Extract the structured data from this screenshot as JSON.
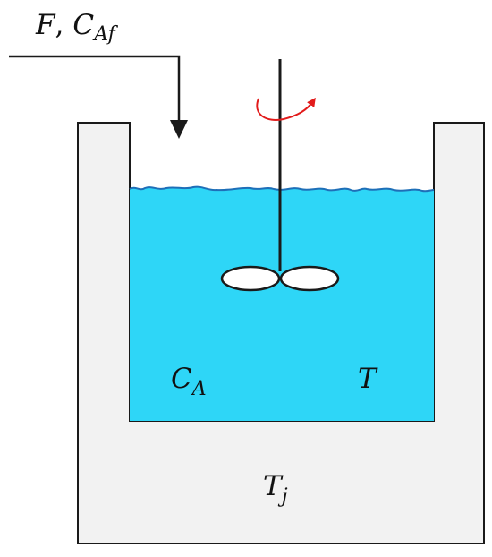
{
  "labels": {
    "feed_F": "F",
    "feed_sep": ",",
    "feed_C": "C",
    "feed_C_sub": "Af",
    "conc_C": "C",
    "conc_C_sub": "A",
    "reactor_temp": "T",
    "jacket_T": "T",
    "jacket_T_sub": "j"
  },
  "colors": {
    "liquid": "#2ed6f7",
    "liquid_surface": "#1e6fb8",
    "jacket_fill": "#f2f2f2",
    "outline": "#1a1a1a",
    "rotation_arrow": "#e21b1b"
  },
  "icons": {
    "feed": "down-arrow-icon",
    "rotation": "curved-rotation-arrow-icon"
  }
}
